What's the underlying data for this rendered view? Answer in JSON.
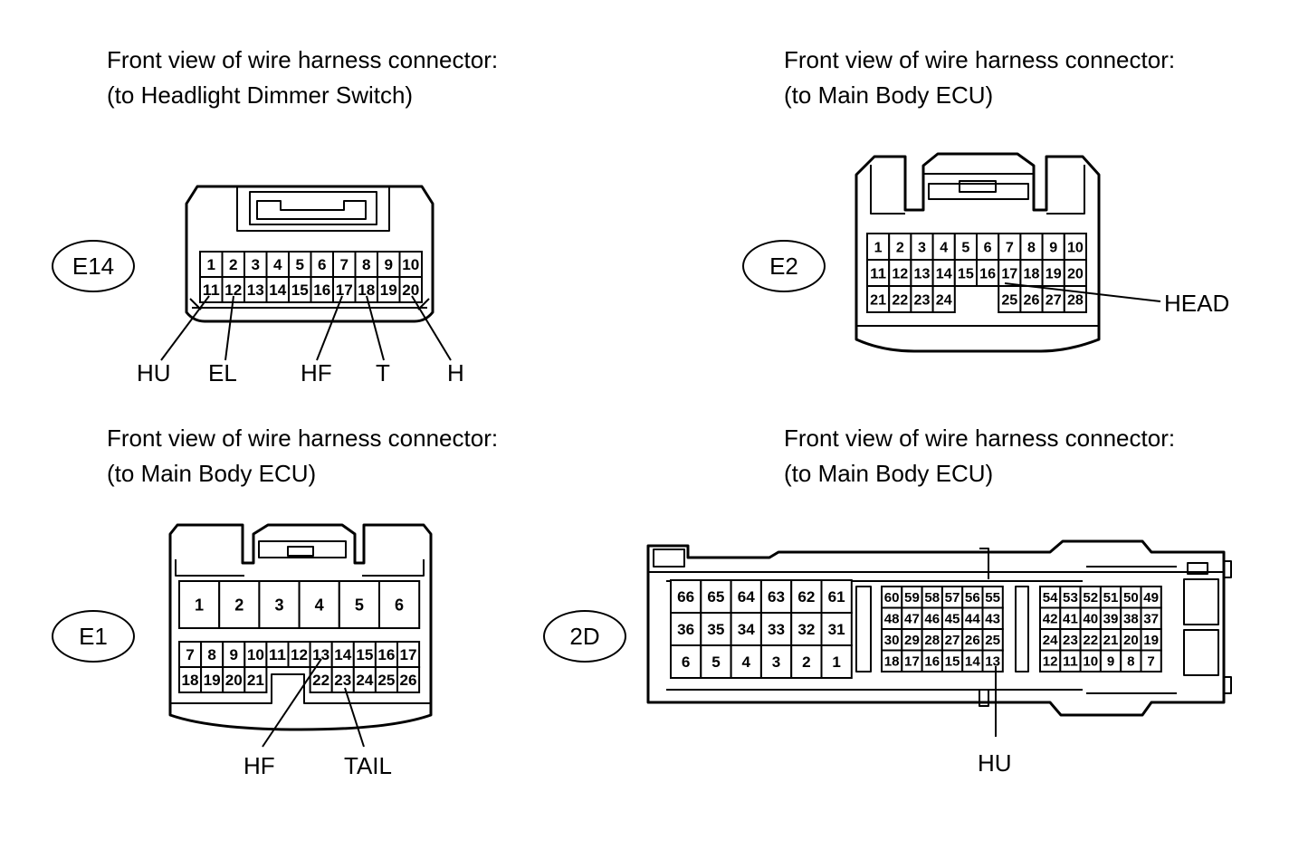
{
  "panels": [
    {
      "code": "E14",
      "caption_line1": "Front view of wire harness connector:",
      "caption_line2": "(to Headlight Dimmer Switch)",
      "pins": [
        "1",
        "2",
        "3",
        "4",
        "5",
        "6",
        "7",
        "8",
        "9",
        "10",
        "11",
        "12",
        "13",
        "14",
        "15",
        "16",
        "17",
        "18",
        "19",
        "20"
      ],
      "callouts": [
        "HU",
        "EL",
        "HF",
        "T",
        "H"
      ]
    },
    {
      "code": "E2",
      "caption_line1": "Front view of wire harness connector:",
      "caption_line2": "(to Main Body ECU)",
      "pins": [
        "1",
        "2",
        "3",
        "4",
        "5",
        "6",
        "7",
        "8",
        "9",
        "10",
        "11",
        "12",
        "13",
        "14",
        "15",
        "16",
        "17",
        "18",
        "19",
        "20",
        "21",
        "22",
        "23",
        "24",
        "25",
        "26",
        "27",
        "28"
      ],
      "callouts": [
        "HEAD"
      ]
    },
    {
      "code": "E1",
      "caption_line1": "Front view of wire harness connector:",
      "caption_line2": "(to Main Body ECU)",
      "pins": [
        "1",
        "2",
        "3",
        "4",
        "5",
        "6",
        "7",
        "8",
        "9",
        "10",
        "11",
        "12",
        "13",
        "14",
        "15",
        "16",
        "17",
        "18",
        "19",
        "20",
        "21",
        "22",
        "23",
        "24",
        "25",
        "26"
      ],
      "callouts": [
        "HF",
        "TAIL"
      ]
    },
    {
      "code": "2D",
      "caption_line1": "Front view of wire harness connector:",
      "caption_line2": "(to Main Body ECU)",
      "pins": [
        "66",
        "65",
        "64",
        "63",
        "62",
        "61",
        "36",
        "35",
        "34",
        "33",
        "32",
        "31",
        "6",
        "5",
        "4",
        "3",
        "2",
        "1",
        "60",
        "59",
        "58",
        "57",
        "56",
        "55",
        "48",
        "47",
        "46",
        "45",
        "44",
        "43",
        "30",
        "29",
        "28",
        "27",
        "26",
        "25",
        "18",
        "17",
        "16",
        "15",
        "14",
        "13",
        "54",
        "53",
        "52",
        "51",
        "50",
        "49",
        "42",
        "41",
        "40",
        "39",
        "38",
        "37",
        "24",
        "23",
        "22",
        "21",
        "20",
        "19",
        "12",
        "11",
        "10",
        "9",
        "8",
        "7"
      ],
      "callouts": [
        "HU"
      ]
    }
  ]
}
